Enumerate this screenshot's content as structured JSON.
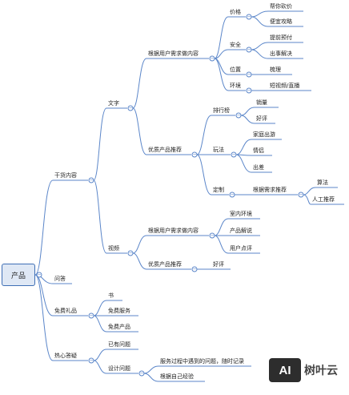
{
  "root": "产品",
  "nodes": {
    "ganhuo": "干货内容",
    "wenzi": "文字",
    "wz_xuqiu": "根据用户需求做内容",
    "jiage": "价格",
    "bangni": "帮你砍价",
    "pianyi": "便宜攻略",
    "anquan": "安全",
    "tiqian": "提前预付",
    "chushi": "出事解决",
    "weizhi": "位置",
    "shuli": "梳理",
    "huanjing": "环境",
    "duanshipin": "短视频/直播",
    "wz_tuijian": "优质产品推荐",
    "paihang": "排行榜",
    "xiaoliang": "销量",
    "haoping1": "好评",
    "wanfa": "玩法",
    "jiating": "家庭出游",
    "qinglv": "情侣",
    "chuchai": "出差",
    "dingzhi": "定制",
    "genju_xuqiu": "根据需求推荐",
    "suanfa": "算法",
    "rengong": "人工推荐",
    "shipin": "视频",
    "sp_xuqiu": "根据用户需求做内容",
    "shinei": "室内环境",
    "chanpin_jieshuo": "产品解说",
    "yonghu_dianping": "用户点评",
    "sp_tuijian": "优质产品推荐",
    "haoping2": "好评",
    "wenda": "问答",
    "mianfei": "免费礼品",
    "shu": "书",
    "mianfei_fuwu": "免费服务",
    "mianfei_chanpin": "免费产品",
    "rexin": "热心答疑",
    "yiyou": "已有问题",
    "sheji": "设计问题",
    "fuwu_guocheng": "服务过程中遇到的问题，随时记录",
    "genju_jingyan": "根据自己经验"
  },
  "toggle_symbol": "−",
  "watermark": {
    "logo": "AI",
    "text": "树叶云"
  },
  "colors": {
    "edge": "#5b86c9",
    "root_fill": "#dfe8f5",
    "root_border": "#3f6fb5"
  }
}
